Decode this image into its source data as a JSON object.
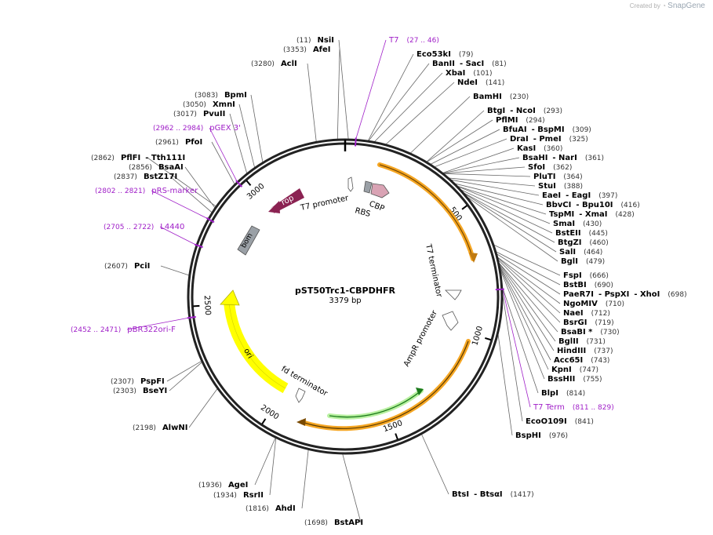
{
  "credit": {
    "prefix": "Created by",
    "brand": "SnapGene"
  },
  "plasmid": {
    "name": "pST50Trc1-CBPDHFR",
    "size_label": "3379 bp",
    "length": 3379
  },
  "colors": {
    "backbone": "#222222",
    "site_line": "#666666",
    "primer": "#a020c8",
    "orf_orange": "#f5a623",
    "orf_green": "#39b54a",
    "rop": "#8b2252",
    "ori": "#ffff00",
    "bom": "#9aa0a6",
    "cbp": "#d9a3b4",
    "rbs": "#9aa0a6"
  },
  "ticks": [
    {
      "bp": 500,
      "label": "500"
    },
    {
      "bp": 1000,
      "label": "1000"
    },
    {
      "bp": 1500,
      "label": "1500"
    },
    {
      "bp": 2000,
      "label": "2000"
    },
    {
      "bp": 2500,
      "label": "2500"
    },
    {
      "bp": 3000,
      "label": "3000"
    }
  ],
  "features": [
    {
      "name": "CBP",
      "kind": "cbp"
    },
    {
      "name": "RBS",
      "kind": "rbs"
    },
    {
      "name": "T7 promoter",
      "kind": "promoter"
    },
    {
      "name": "rop",
      "kind": "rop"
    },
    {
      "name": "bom",
      "kind": "bom"
    },
    {
      "name": "T7 terminator",
      "kind": "terminator"
    },
    {
      "name": "AmpR promoter",
      "kind": "promoter"
    },
    {
      "name": "fd terminator",
      "kind": "terminator"
    },
    {
      "name": "ori",
      "kind": "ori"
    }
  ],
  "sites": [
    {
      "names": [
        "NsiI"
      ],
      "pos": "(11)",
      "primer": false
    },
    {
      "names": [
        "T7"
      ],
      "pos": "(27 .. 46)",
      "primer": true
    },
    {
      "names": [
        "Eco53kI"
      ],
      "pos": "(79)",
      "primer": false
    },
    {
      "names": [
        "BanII",
        "SacI"
      ],
      "pos": "(81)",
      "primer": false
    },
    {
      "names": [
        "XbaI"
      ],
      "pos": "(101)",
      "primer": false
    },
    {
      "names": [
        "NdeI"
      ],
      "pos": "(141)",
      "primer": false
    },
    {
      "names": [
        "BamHI"
      ],
      "pos": "(230)",
      "primer": false
    },
    {
      "names": [
        "BtgI",
        "NcoI"
      ],
      "pos": "(293)",
      "primer": false
    },
    {
      "names": [
        "PflMI"
      ],
      "pos": "(294)",
      "primer": false
    },
    {
      "names": [
        "BfuAI",
        "BspMI"
      ],
      "pos": "(309)",
      "primer": false
    },
    {
      "names": [
        "DraI",
        "PmeI"
      ],
      "pos": "(325)",
      "primer": false
    },
    {
      "names": [
        "KasI"
      ],
      "pos": "(360)",
      "primer": false
    },
    {
      "names": [
        "BsaHI",
        "NarI"
      ],
      "pos": "(361)",
      "primer": false
    },
    {
      "names": [
        "SfoI"
      ],
      "pos": "(362)",
      "primer": false
    },
    {
      "names": [
        "PluTI"
      ],
      "pos": "(364)",
      "primer": false
    },
    {
      "names": [
        "StuI"
      ],
      "pos": "(388)",
      "primer": false
    },
    {
      "names": [
        "EaeI",
        "EagI"
      ],
      "pos": "(397)",
      "primer": false
    },
    {
      "names": [
        "BbvCI",
        "Bpu10I"
      ],
      "pos": "(416)",
      "primer": false
    },
    {
      "names": [
        "TspMI",
        "XmaI"
      ],
      "pos": "(428)",
      "primer": false
    },
    {
      "names": [
        "SmaI"
      ],
      "pos": "(430)",
      "primer": false
    },
    {
      "names": [
        "BstEII"
      ],
      "pos": "(445)",
      "primer": false
    },
    {
      "names": [
        "BtgZI"
      ],
      "pos": "(460)",
      "primer": false
    },
    {
      "names": [
        "SalI"
      ],
      "pos": "(464)",
      "primer": false
    },
    {
      "names": [
        "BglI"
      ],
      "pos": "(479)",
      "primer": false
    },
    {
      "names": [
        "FspI"
      ],
      "pos": "(666)",
      "primer": false
    },
    {
      "names": [
        "BstBI"
      ],
      "pos": "(690)",
      "primer": false
    },
    {
      "names": [
        "PaeR7I",
        "PspXI",
        "XhoI"
      ],
      "pos": "(698)",
      "primer": false
    },
    {
      "names": [
        "NgoMIV"
      ],
      "pos": "(710)",
      "primer": false
    },
    {
      "names": [
        "NaeI"
      ],
      "pos": "(712)",
      "primer": false
    },
    {
      "names": [
        "BsrGI"
      ],
      "pos": "(719)",
      "primer": false
    },
    {
      "names": [
        "BsaBI *"
      ],
      "pos": "(730)",
      "primer": false
    },
    {
      "names": [
        "BglII"
      ],
      "pos": "(731)",
      "primer": false
    },
    {
      "names": [
        "HindIII"
      ],
      "pos": "(737)",
      "primer": false
    },
    {
      "names": [
        "Acc65I"
      ],
      "pos": "(743)",
      "primer": false
    },
    {
      "names": [
        "KpnI"
      ],
      "pos": "(747)",
      "primer": false
    },
    {
      "names": [
        "BssHII"
      ],
      "pos": "(755)",
      "primer": false
    },
    {
      "names": [
        "BlpI"
      ],
      "pos": "(814)",
      "primer": false
    },
    {
      "names": [
        "T7 Term"
      ],
      "pos": "(811 .. 829)",
      "primer": true
    },
    {
      "names": [
        "EcoO109I"
      ],
      "pos": "(841)",
      "primer": false
    },
    {
      "names": [
        "BspHI"
      ],
      "pos": "(976)",
      "primer": false
    },
    {
      "names": [
        "BtsI",
        "BtsαI"
      ],
      "pos": "(1417)",
      "primer": false
    },
    {
      "names": [
        "BstAPI"
      ],
      "pos": "(1698)",
      "primer": false
    },
    {
      "names": [
        "AhdI"
      ],
      "pos": "(1816)",
      "primer": false
    },
    {
      "names": [
        "RsrII"
      ],
      "pos": "(1934)",
      "primer": false
    },
    {
      "names": [
        "AgeI"
      ],
      "pos": "(1936)",
      "primer": false
    },
    {
      "names": [
        "AlwNI"
      ],
      "pos": "(2198)",
      "primer": false
    },
    {
      "names": [
        "BseYI"
      ],
      "pos": "(2303)",
      "primer": false
    },
    {
      "names": [
        "PspFI"
      ],
      "pos": "(2307)",
      "primer": false
    },
    {
      "names": [
        "pBR322ori-F"
      ],
      "pos": "(2452 .. 2471)",
      "primer": true
    },
    {
      "names": [
        "PciI"
      ],
      "pos": "(2607)",
      "primer": false
    },
    {
      "names": [
        "L4440"
      ],
      "pos": "(2705 .. 2722)",
      "primer": true
    },
    {
      "names": [
        "pRS-marker"
      ],
      "pos": "(2802 .. 2821)",
      "primer": true
    },
    {
      "names": [
        "BstZ17I"
      ],
      "pos": "(2837)",
      "primer": false
    },
    {
      "names": [
        "BsaAI"
      ],
      "pos": "(2856)",
      "primer": false
    },
    {
      "names": [
        "PflFI",
        "Tth111I"
      ],
      "pos": "(2862)",
      "primer": false
    },
    {
      "names": [
        "PfoI"
      ],
      "pos": "(2961)",
      "primer": false
    },
    {
      "names": [
        "pGEX 3'"
      ],
      "pos": "(2962 .. 2984)",
      "primer": true
    },
    {
      "names": [
        "PvuII"
      ],
      "pos": "(3017)",
      "primer": false
    },
    {
      "names": [
        "XmnI"
      ],
      "pos": "(3050)",
      "primer": false
    },
    {
      "names": [
        "BpmI"
      ],
      "pos": "(3083)",
      "primer": false
    },
    {
      "names": [
        "AclI"
      ],
      "pos": "(3280)",
      "primer": false
    },
    {
      "names": [
        "AfeI"
      ],
      "pos": "(3353)",
      "primer": false
    }
  ]
}
